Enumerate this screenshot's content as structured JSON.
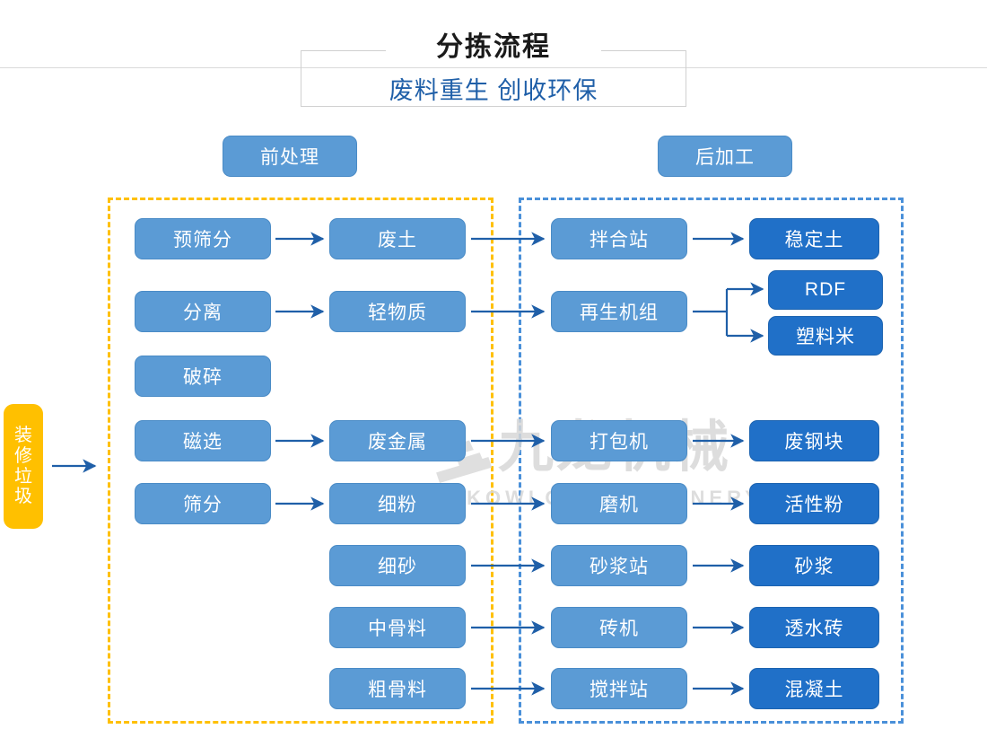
{
  "header": {
    "title": "分拣流程",
    "subtitle": "废料重生 创收环保"
  },
  "sections": {
    "pre": {
      "label": "前处理",
      "border_color": "#ffc000"
    },
    "post": {
      "label": "后加工",
      "border_color": "#4a90d9"
    }
  },
  "source": {
    "label": "装修垃圾",
    "chars": [
      "装",
      "修",
      "垃",
      "圾"
    ],
    "color": "#ffc000"
  },
  "watermark": {
    "cn": "九龙机械",
    "en": "KOWLOONMACHINERY"
  },
  "colors": {
    "node_light": "#5b9bd5",
    "node_dark": "#2070c8",
    "arrow": "#1f5fa8",
    "title": "#1a1a1a",
    "subtitle": "#1f5fa8"
  },
  "nodes": {
    "pre_process": [
      {
        "id": "n-yushaifen",
        "label": "预筛分"
      },
      {
        "id": "n-fenli",
        "label": "分离"
      },
      {
        "id": "n-posui",
        "label": "破碎"
      },
      {
        "id": "n-cixuan",
        "label": "磁选"
      },
      {
        "id": "n-shaifen",
        "label": "筛分"
      }
    ],
    "materials": [
      {
        "id": "m-feitu",
        "label": "废土"
      },
      {
        "id": "m-qingwuzhi",
        "label": "轻物质"
      },
      {
        "id": "m-feijinshu",
        "label": "废金属"
      },
      {
        "id": "m-xifen",
        "label": "细粉"
      },
      {
        "id": "m-xisha",
        "label": "细砂"
      },
      {
        "id": "m-zhonggu",
        "label": "中骨料"
      },
      {
        "id": "m-cugu",
        "label": "粗骨料"
      }
    ],
    "equipment": [
      {
        "id": "e-banhezhan",
        "label": "拌合站"
      },
      {
        "id": "e-zaishengjizu",
        "label": "再生机组"
      },
      {
        "id": "e-dabaoji",
        "label": "打包机"
      },
      {
        "id": "e-moji",
        "label": "磨机"
      },
      {
        "id": "e-shajiangzhan",
        "label": "砂浆站"
      },
      {
        "id": "e-zhuanji",
        "label": "砖机"
      },
      {
        "id": "e-jiaobanzhan",
        "label": "搅拌站"
      }
    ],
    "products": [
      {
        "id": "p-wendingtu",
        "label": "稳定土"
      },
      {
        "id": "p-rdf",
        "label": "RDF"
      },
      {
        "id": "p-suliaomi",
        "label": "塑料米"
      },
      {
        "id": "p-feigangkuai",
        "label": "废钢块"
      },
      {
        "id": "p-huoxingfen",
        "label": "活性粉"
      },
      {
        "id": "p-shajiang",
        "label": "砂浆"
      },
      {
        "id": "p-toushuizhuan",
        "label": "透水砖"
      },
      {
        "id": "p-hunningtu",
        "label": "混凝土"
      }
    ]
  }
}
